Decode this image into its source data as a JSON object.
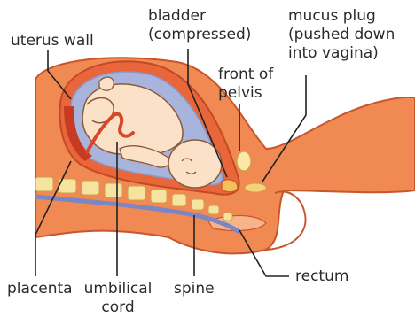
{
  "labels": {
    "bladder": [
      "bladder",
      "(compressed)"
    ],
    "mucus_plug": [
      "mucus plug",
      "(pushed down",
      "into vagina)"
    ],
    "uterus_wall": "uterus wall",
    "front_of_pelvis": [
      "front of",
      "pelvis"
    ],
    "placenta": "placenta",
    "umbilical_cord": [
      "umbilical",
      "cord"
    ],
    "spine": "spine",
    "rectum": "rectum"
  },
  "colors": {
    "body_skin": "#f08a52",
    "body_outline": "#c8552b",
    "uterus_wall": "#e8663a",
    "amniotic_fluid": "#a9b4dd",
    "baby_skin": "#fbe1c8",
    "baby_outline": "#8a5a3c",
    "cord": "#d9472b",
    "vertebra": "#f7e3a0",
    "spinal_cord": "#7c86c4",
    "pelvis_bone": "#fbe8a8",
    "leader_line": "#222222"
  }
}
